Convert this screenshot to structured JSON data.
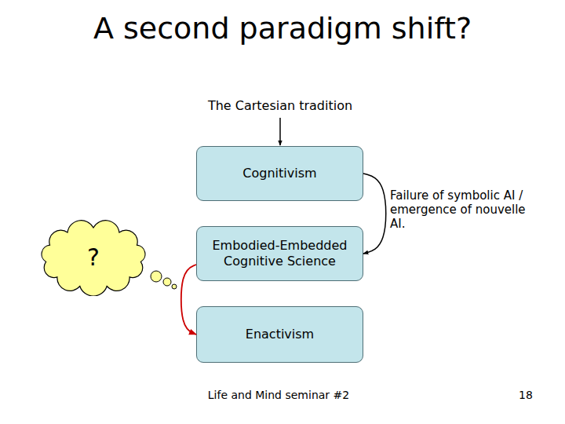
{
  "diagram": {
    "title": "A second paradigm shift?",
    "nodes": [
      {
        "text": [
          "Cognitivism"
        ]
      },
      {
        "text": [
          "?"
        ]
      },
      {
        "text": [
          "Embodied-Embedded Cognitive Science"
        ]
      },
      {
        "text": [
          "Enactivism"
        ]
      }
    ],
    "edges": [
      {
        "from": 0,
        "to": 2,
        "arrow": "to",
        "label": "Failure of symbolic AI / emergence of nouvelle AI."
      },
      {
        "from": 2,
        "to": 3,
        "arrow": "to"
      }
    ],
    "labels": [
      "The Cartesian tradition",
      "Life and Mind seminar #2",
      "18"
    ]
  }
}
